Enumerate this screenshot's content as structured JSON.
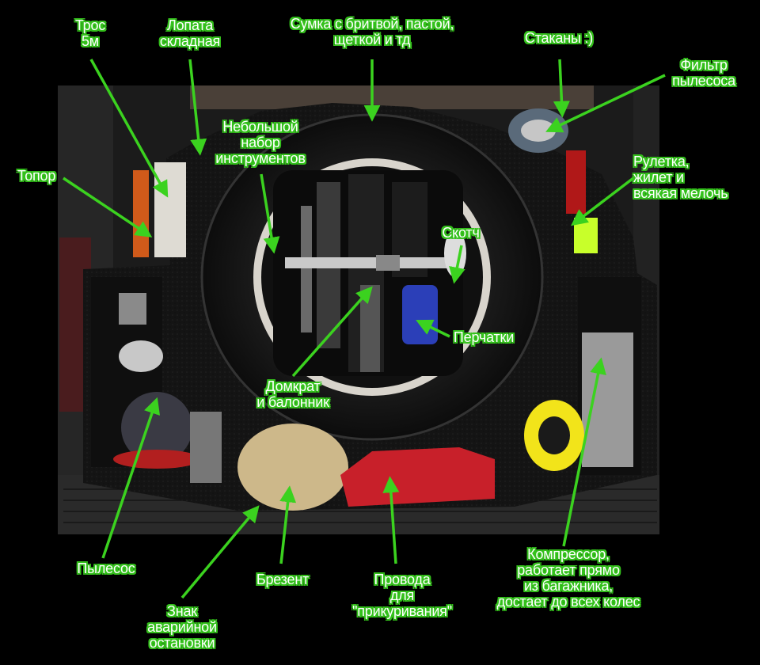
{
  "colors": {
    "background": "#000000",
    "label_text": "#ffffff",
    "label_outline": "#34c11c",
    "arrow": "#3bd21f"
  },
  "labels": {
    "tros": "Трос\n5м",
    "lopata": "Лопата\nскладная",
    "sumka": "Сумка с бритвой, пастой,\nщеткой и тд",
    "stakany": "Стаканы :)",
    "filtr": "Фильтр\nпылесоса",
    "topor": "Топор",
    "nabor": "Небольшой\nнабор\nинструментов",
    "ruletka": "Рулетка,\nжилет и\nвсякая мелочь",
    "skotch": "Скотч",
    "perchatki": "Перчатки",
    "domkrat": "Домкрат\nи балонник",
    "pylesos": "Пылесос",
    "brezent": "Брезент",
    "provoda": "Провода\nдля\n\"прикуривания\"",
    "kompressor": "Компрессор,\nработает прямо\nиз багажника,\nдостает до всех колес",
    "znak": "Знак\nаварийной\nостановки"
  }
}
